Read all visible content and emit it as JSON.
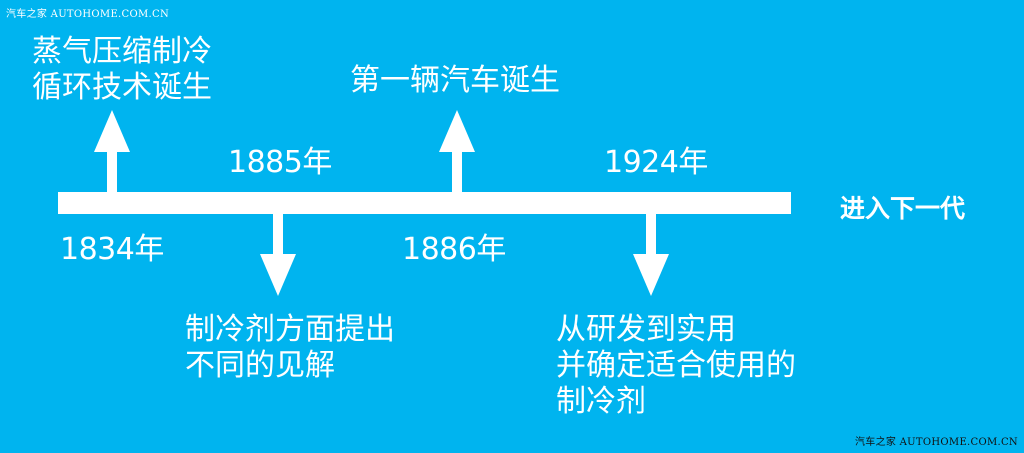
{
  "watermark": {
    "top": "汽车之家 AUTOHOME.COM.CN",
    "bottom": "汽车之家 AUTOHOME.COM.CN"
  },
  "events": [
    {
      "year": "1834年",
      "lines": [
        "蒸气压缩制冷",
        "循环技术诞生"
      ]
    },
    {
      "year": "1885年",
      "lines": [
        "制冷剂方面提出",
        "不同的见解"
      ]
    },
    {
      "year": "1886年",
      "lines": [
        "第一辆汽车诞生"
      ]
    },
    {
      "year": "1924年",
      "lines": [
        "从研发到实用",
        "并确定适合使用的",
        "制冷剂"
      ]
    }
  ],
  "next_label": "进入下一代",
  "colors": {
    "background": "#00b4ef",
    "foreground": "#ffffff"
  }
}
